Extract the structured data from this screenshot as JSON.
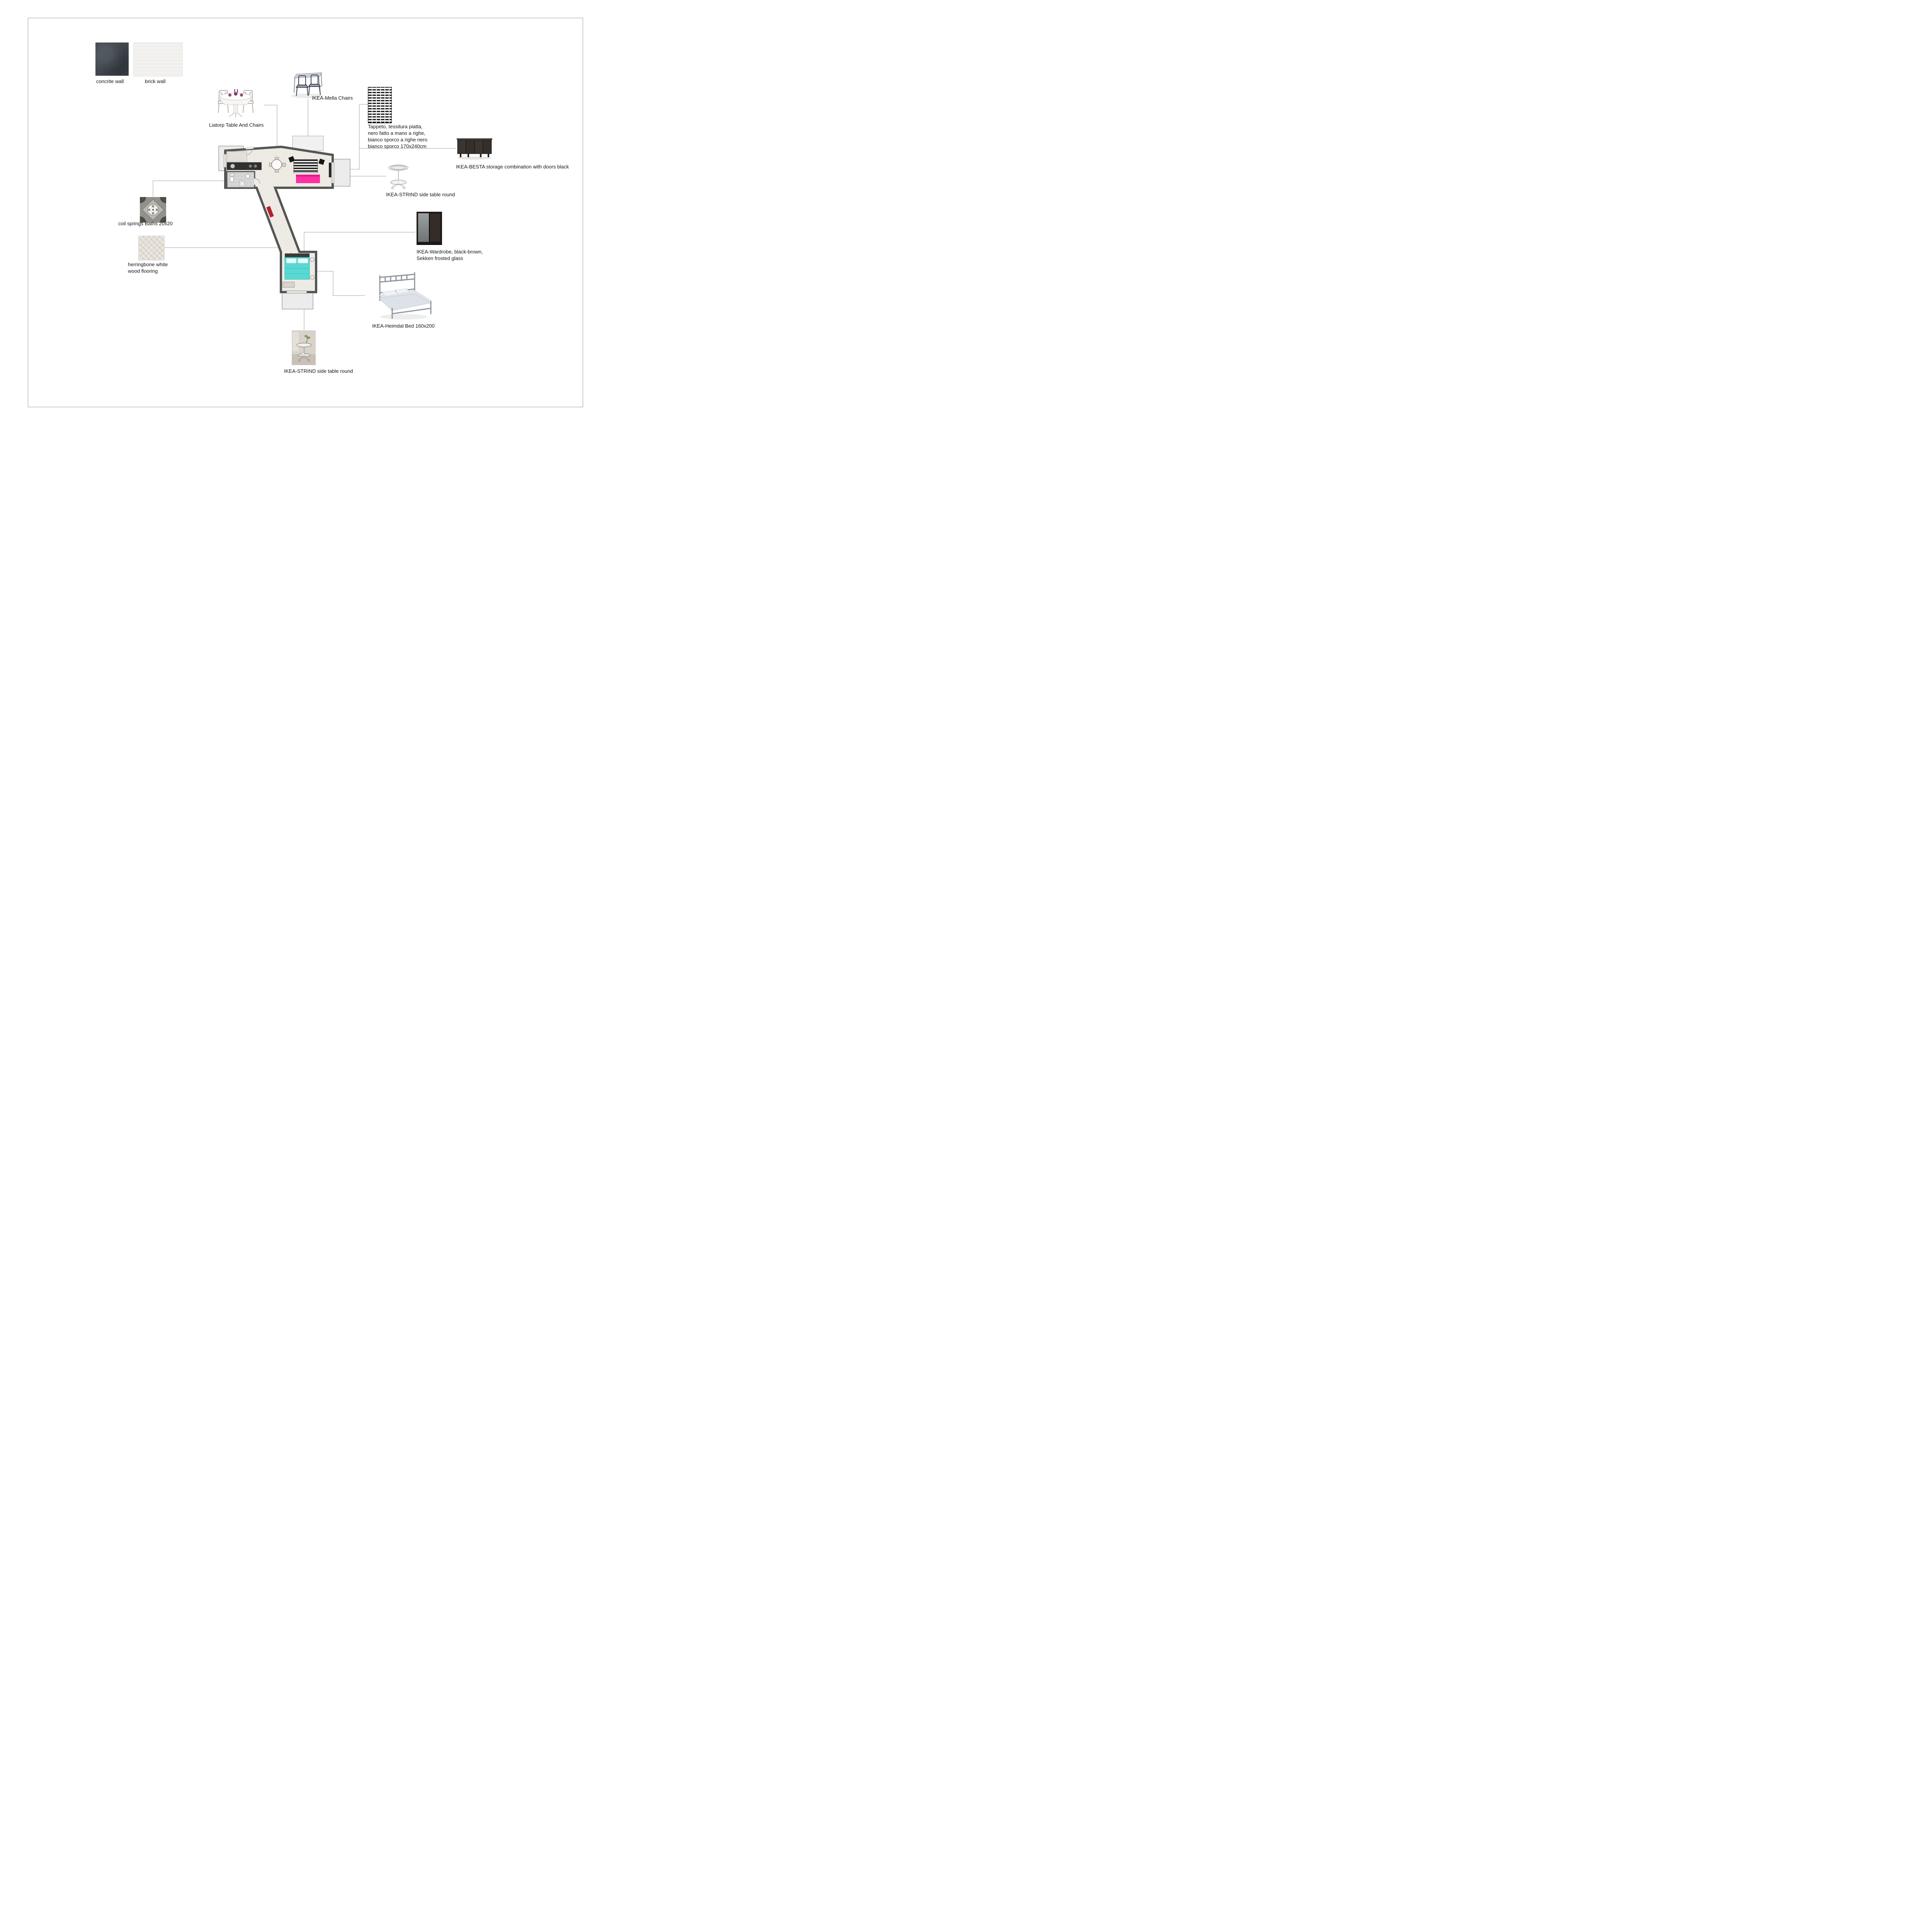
{
  "materials": {
    "concrete_wall": {
      "label": "concrite wall"
    },
    "brick_wall": {
      "label": "brick  wall"
    },
    "coil_tile": {
      "label": "coil springs Baths 20x20"
    },
    "herringbone": {
      "label": "herringbone white\nwood flooring"
    }
  },
  "products": {
    "liatorp": {
      "label": "Liatorp Table And Chairs"
    },
    "mella": {
      "label": "IKEA-Mella  Chairs"
    },
    "tappeto": {
      "label": "Tappeto, tessitura piatta,\nnero fatto a mano a righe,\nbianco sporco a righe nero\nbianco sporco 170x240cm"
    },
    "besta": {
      "label": "IKEA-BESTA storage combination with doors black"
    },
    "strind_top": {
      "label": "IKEA-STRIND side table round"
    },
    "wardrobe": {
      "label": "IKEA-Wardrobe, black-brown,\nSekken frosted glass"
    },
    "heimdal": {
      "label": "IKEA-Heimdal Bed 160x200"
    },
    "strind_bottom": {
      "label": "IKEA-STRIND side table round"
    }
  },
  "colors": {
    "wall": "#565656",
    "sofa_pink": "#ff2fa4",
    "bed_cyan": "#59d8d4",
    "accent_red": "#b3202c",
    "rug_black": "#161616"
  }
}
